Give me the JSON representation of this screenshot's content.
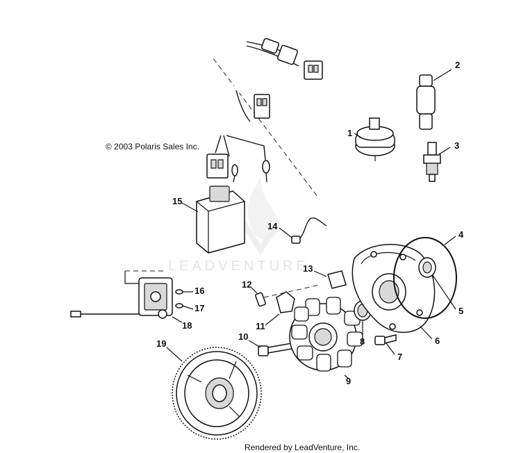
{
  "copyright": "© 2003 Polaris Sales Inc.",
  "rendered_by": "Rendered by LeadVenture, Inc.",
  "watermark": "LEADVENTURE",
  "callouts": [
    "1",
    "2",
    "3",
    "4",
    "5",
    "6",
    "7",
    "8",
    "9",
    "10",
    "11",
    "12",
    "13",
    "14",
    "15",
    "16",
    "17",
    "18",
    "19"
  ]
}
